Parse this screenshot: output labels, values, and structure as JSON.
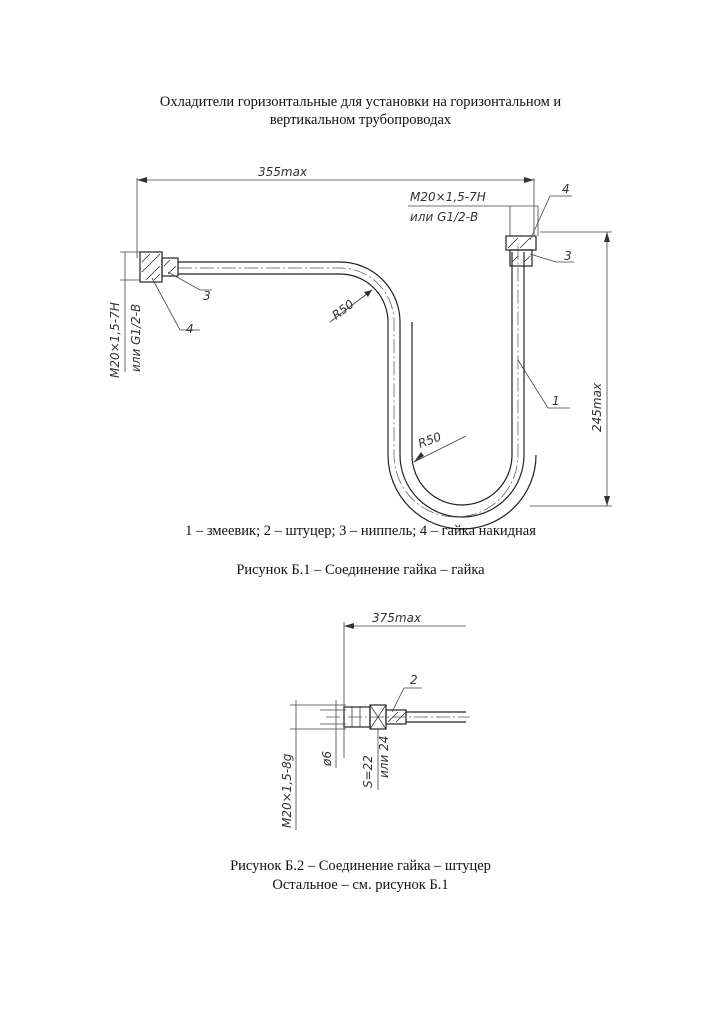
{
  "title": {
    "line1": "Охладители горизонтальные для установки на горизонтальном и",
    "line2": "вертикальном трубопроводах"
  },
  "figure1": {
    "dim_length": "355max",
    "dim_height": "245max",
    "thread_right_1": "M20×1,5-7H",
    "thread_right_2": "или G1/2-B",
    "thread_left_1": "M20×1,5-7H",
    "thread_left_2": "или G1/2-B",
    "radius_top": "R50",
    "radius_bottom": "R50",
    "label_1": "1",
    "label_3_left": "3",
    "label_4_left": "4",
    "label_3_right": "3",
    "label_4_right": "4",
    "legend": "1 – змеевик; 2 – штуцер; 3 – ниппель; 4 – гайка накидная",
    "caption": "Рисунок Б.1 – Соединение гайка – гайка"
  },
  "figure2": {
    "dim_length": "375max",
    "label_2": "2",
    "thread": "M20×1,5-8g",
    "diameter": "ø6",
    "wrench_1": "S=22",
    "wrench_2": "или 24",
    "caption": "Рисунок Б.2 – Соединение гайка – штуцер",
    "note": "Остальное – см. рисунок Б.1"
  }
}
